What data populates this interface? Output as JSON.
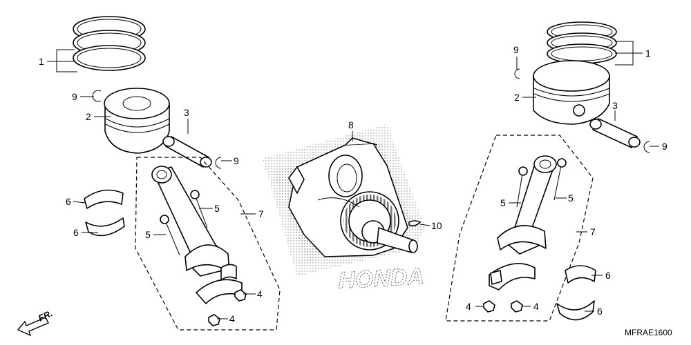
{
  "diagram": {
    "labels": {
      "rings": "1",
      "piston": "2",
      "pin": "3",
      "nut": "4",
      "bolt": "5",
      "bearing": "6",
      "rod_assembly": "7",
      "crankshaft": "8",
      "clip": "9",
      "key": "10"
    },
    "watermark": "HONDA",
    "direction_label": "FR.",
    "drawing_code": "MFRAE1600"
  }
}
